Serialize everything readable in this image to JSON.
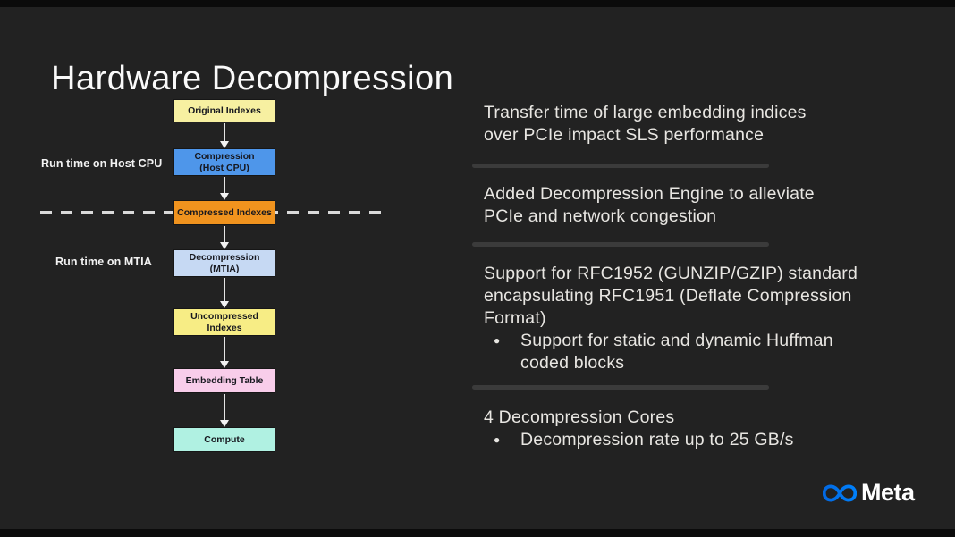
{
  "slide": {
    "title": "Hardware Decompression",
    "background_color": "#222222"
  },
  "flowchart": {
    "side_labels": [
      {
        "text": "Run time on Host CPU"
      },
      {
        "text": "Run time on MTIA"
      }
    ],
    "nodes": [
      {
        "name": "original-indexes",
        "lines": [
          "Original Indexes"
        ],
        "fill": "#F7F0A1"
      },
      {
        "name": "compression-host-cpu",
        "lines": [
          "Compression",
          "(Host CPU)"
        ],
        "fill": "#4E96EA"
      },
      {
        "name": "compressed-indexes",
        "lines": [
          "Compressed Indexes"
        ],
        "fill": "#F0931E"
      },
      {
        "name": "decompression-mtia",
        "lines": [
          "Decompression",
          "(MTIA)"
        ],
        "fill": "#C6D9F3"
      },
      {
        "name": "uncompressed-indexes",
        "lines": [
          "Uncompressed",
          "Indexes"
        ],
        "fill": "#F7ED85"
      },
      {
        "name": "embedding-table",
        "lines": [
          "Embedding Table"
        ],
        "fill": "#F8CDEA"
      },
      {
        "name": "compute",
        "lines": [
          "Compute"
        ],
        "fill": "#B0F1E2"
      }
    ],
    "arrow_color": "#f2f2f2",
    "dashed_line_color": "#d9d9d9"
  },
  "content": {
    "sections": [
      {
        "lines": [
          "Transfer time of large embedding indices",
          "over PCIe impact SLS performance"
        ]
      },
      {
        "lines": [
          "Added Decompression Engine to alleviate",
          "PCIe and network congestion"
        ]
      },
      {
        "lines": [
          "Support for RFC1952 (GUNZIP/GZIP) standard",
          "encapsulating RFC1951 (Deflate Compression",
          "Format)"
        ],
        "bullet_marker": "●",
        "bullet_lines": [
          "Support for static and dynamic Huffman",
          "coded blocks"
        ]
      },
      {
        "lines": [
          "4 Decompression Cores"
        ],
        "bullet_marker": "●",
        "bullet_lines": [
          "Decompression rate up to 25 GB/s"
        ]
      }
    ],
    "divider_color": "#3b3b3b",
    "text_color": "#e8e6e2"
  },
  "footer": {
    "brand": "Meta",
    "logo_gradient": [
      "#0269E3",
      "#0080FB"
    ]
  }
}
